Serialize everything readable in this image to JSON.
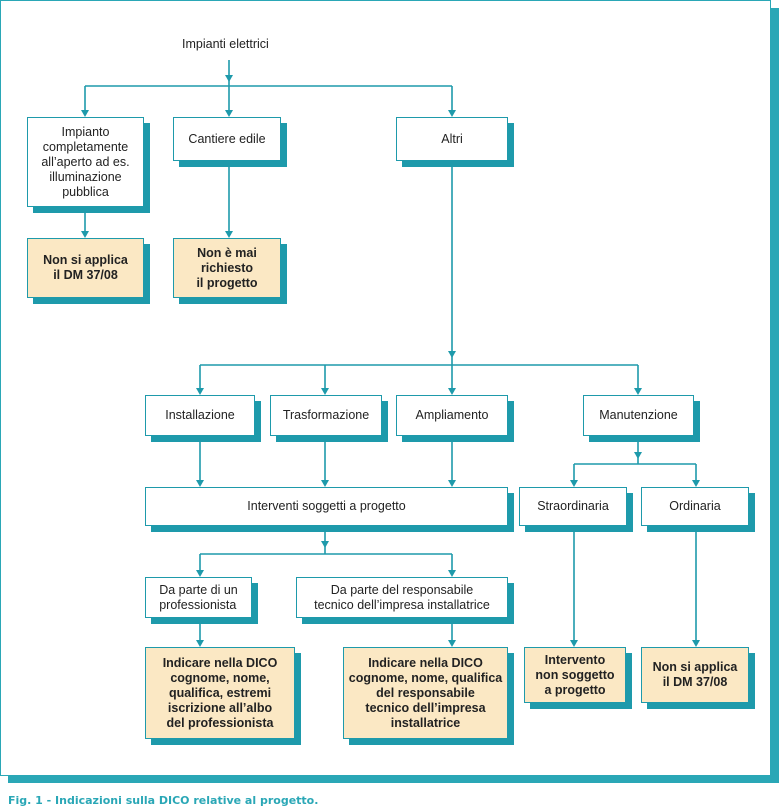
{
  "colors": {
    "accent": "#1e9aab",
    "highlight_fill": "#fbe8c4"
  },
  "diagram": {
    "root": "Impianti elettrici",
    "level1": {
      "impianto_aperto": "Impianto\ncompletamente\nall’aperto ad es.\nilluminazione\npubblica",
      "cantiere": "Cantiere edile",
      "altri": "Altri"
    },
    "results1": {
      "non_applica": "Non si applica\nil DM 37/08",
      "non_richiesto": "Non è mai\nrichiesto\nil progetto"
    },
    "level2": {
      "installazione": "Installazione",
      "trasformazione": "Trasformazione",
      "ampliamento": "Ampliamento",
      "manutenzione": "Manutenzione"
    },
    "interventi": "Interventi soggetti a progetto",
    "manutenzione_tipi": {
      "straordinaria": "Straordinaria",
      "ordinaria": "Ordinaria"
    },
    "da_parte": {
      "professionista": "Da parte di un\nprofessionista",
      "responsabile": "Da parte del responsabile\ntecnico dell’impresa installatrice"
    },
    "results2": {
      "prof": "Indicare nella DICO\ncognome, nome,\nqualifica, estremi\niscrizione all’albo\ndel professionista",
      "resp": "Indicare nella DICO\ncognome, nome, qualifica\ndel responsabile\ntecnico dell’impresa\ninstallatrice",
      "straord": "Intervento\nnon soggetto\na progetto",
      "ord": "Non si applica\nil DM 37/08"
    }
  },
  "caption": "Fig. 1 - Indicazioni sulla DICO relative al progetto."
}
